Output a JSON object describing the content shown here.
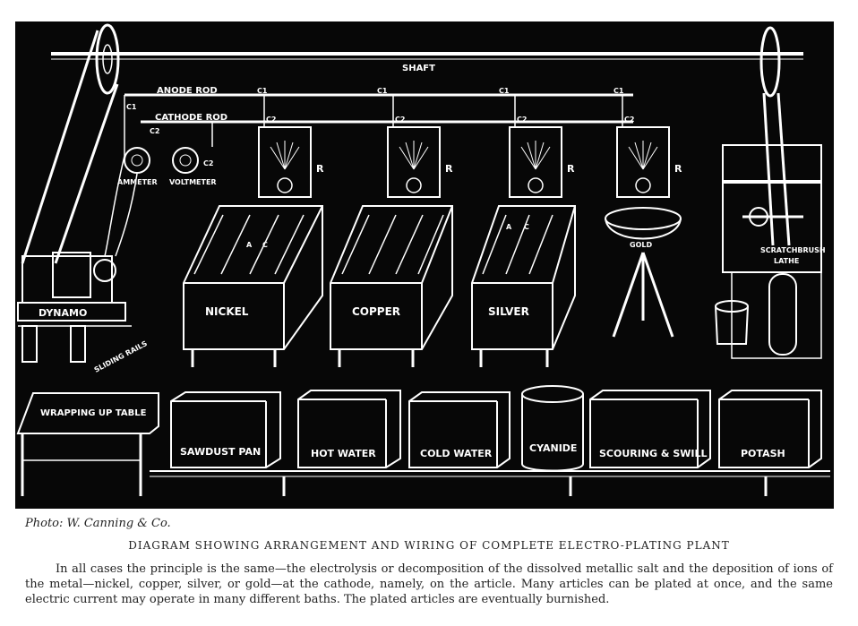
{
  "diagram": {
    "labels": {
      "shaft": "SHAFT",
      "anode_rod": "ANODE ROD",
      "cathode_rod": "CATHODE ROD",
      "ammeter": "AMMETER",
      "voltmeter": "VOLTMETER",
      "dynamo": "DYNAMO",
      "sliding_rails": "SLIDING RAILS",
      "scratchbrush": "SCRATCHBRUSH",
      "lathe": "LATHE",
      "gold": "GOLD",
      "c1": "C1",
      "c2": "C2",
      "r": "R",
      "a": "A",
      "c": "C"
    },
    "baths": [
      "NICKEL",
      "COPPER",
      "SILVER"
    ],
    "bottom_row": [
      "WRAPPING UP TABLE",
      "SAWDUST PAN",
      "HOT WATER",
      "COLD WATER",
      "CYANIDE",
      "SCOURING & SWILL",
      "POTASH"
    ]
  },
  "caption": {
    "credit": "Photo: W. Canning & Co.",
    "title": "DIAGRAM SHOWING ARRANGEMENT AND WIRING OF COMPLETE ELECTRO-PLATING PLANT",
    "body": "In all cases the principle is the same—the electrolysis or decomposition of the dissolved metallic salt and the deposition of ions of the metal—nickel, copper, silver, or gold—at the cathode, namely, on the article.   Many articles can be plated at once, and the same electric current may operate in many different baths.   The plated articles are eventually burnished."
  },
  "colors": {
    "background": "#070707",
    "lines": "#ffffff",
    "paper": "#ffffff",
    "caption_text": "#222222"
  }
}
